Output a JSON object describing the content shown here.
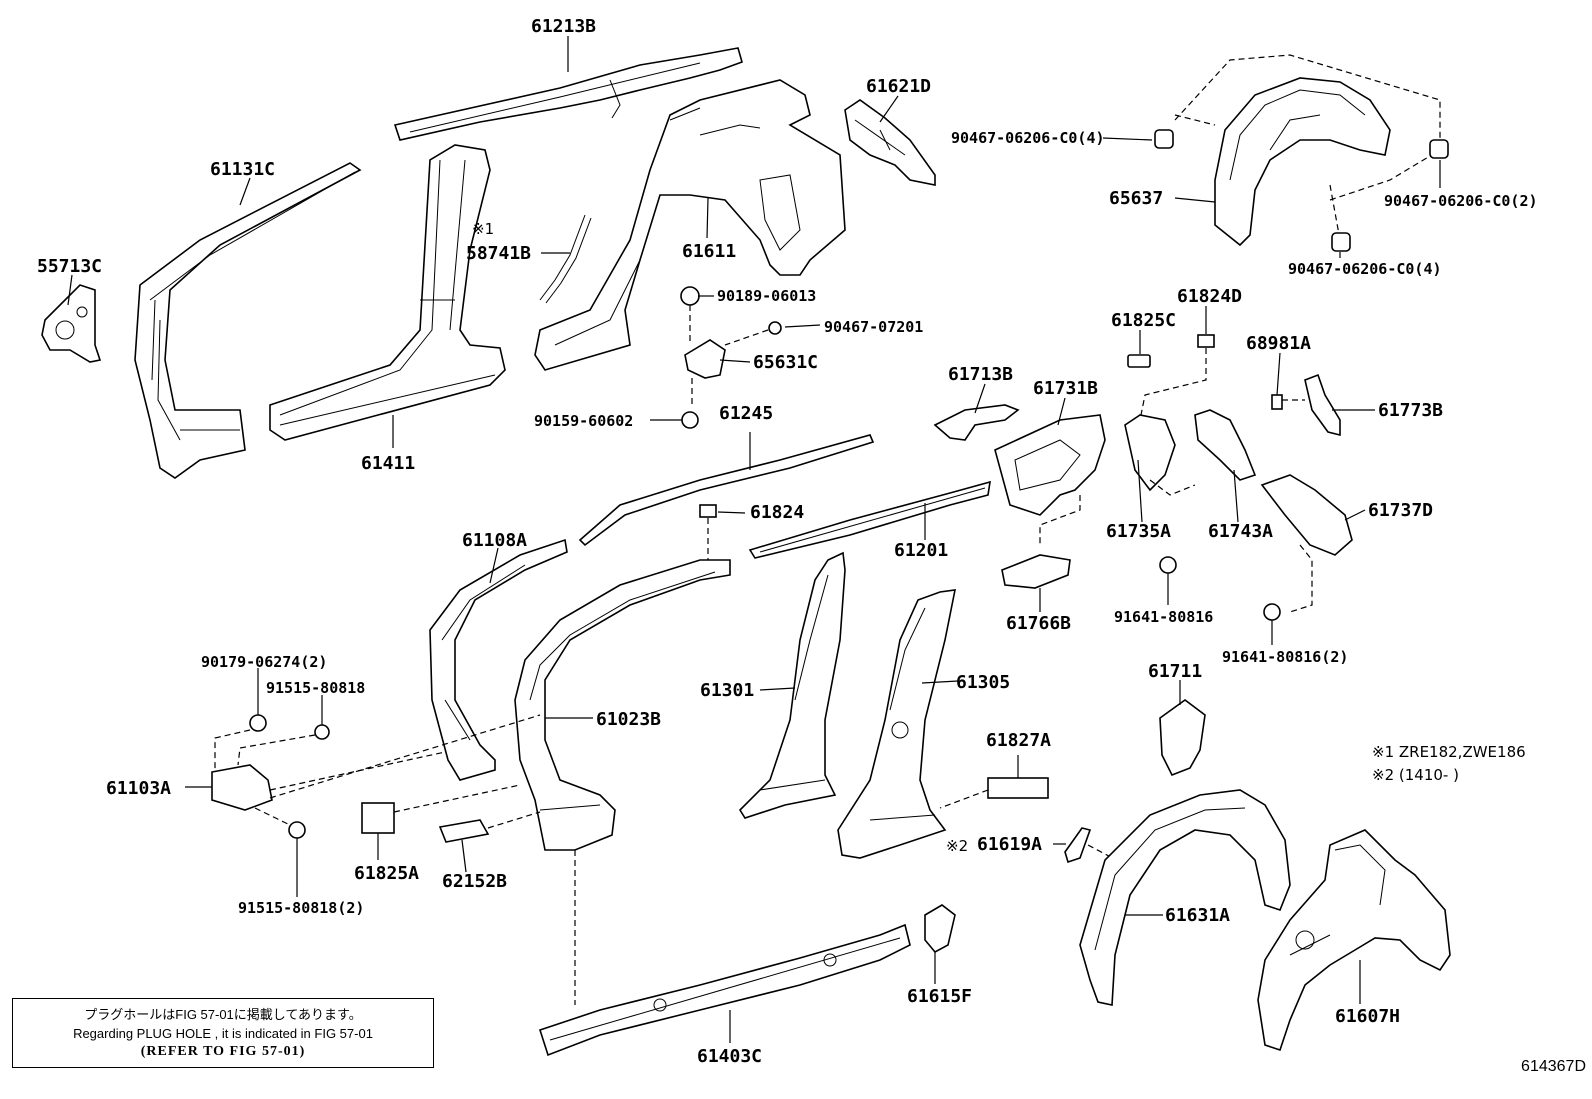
{
  "labels": [
    {
      "id": "61213B",
      "text": "61213B"
    },
    {
      "id": "61621D",
      "text": "61621D"
    },
    {
      "id": "61131C",
      "text": "61131C"
    },
    {
      "id": "55713C",
      "text": "55713C"
    },
    {
      "id": "58741B",
      "text": "58741B"
    },
    {
      "id": "61611",
      "text": "61611"
    },
    {
      "id": "61411",
      "text": "61411"
    },
    {
      "id": "90189-06013",
      "text": "90189-06013"
    },
    {
      "id": "90467-07201",
      "text": "90467-07201"
    },
    {
      "id": "65631C",
      "text": "65631C"
    },
    {
      "id": "90159-60602",
      "text": "90159-60602"
    },
    {
      "id": "61245",
      "text": "61245"
    },
    {
      "id": "90467-06206-C0-4a",
      "text": "90467-06206-C0(4)"
    },
    {
      "id": "65637",
      "text": "65637"
    },
    {
      "id": "90467-06206-C0-2",
      "text": "90467-06206-C0(2)"
    },
    {
      "id": "90467-06206-C0-4b",
      "text": "90467-06206-C0(4)"
    },
    {
      "id": "61824D",
      "text": "61824D"
    },
    {
      "id": "61825C",
      "text": "61825C"
    },
    {
      "id": "68981A",
      "text": "68981A"
    },
    {
      "id": "61713B",
      "text": "61713B"
    },
    {
      "id": "61731B",
      "text": "61731B"
    },
    {
      "id": "61773B",
      "text": "61773B"
    },
    {
      "id": "61824",
      "text": "61824"
    },
    {
      "id": "61201",
      "text": "61201"
    },
    {
      "id": "61735A",
      "text": "61735A"
    },
    {
      "id": "61743A",
      "text": "61743A"
    },
    {
      "id": "61737D",
      "text": "61737D"
    },
    {
      "id": "61108A",
      "text": "61108A"
    },
    {
      "id": "61766B",
      "text": "61766B"
    },
    {
      "id": "91641-80816",
      "text": "91641-80816"
    },
    {
      "id": "91641-80816-2",
      "text": "91641-80816(2)"
    },
    {
      "id": "90179-06274",
      "text": "90179-06274(2)"
    },
    {
      "id": "91515-80818",
      "text": "91515-80818"
    },
    {
      "id": "61301",
      "text": "61301"
    },
    {
      "id": "61305",
      "text": "61305"
    },
    {
      "id": "61711",
      "text": "61711"
    },
    {
      "id": "61023B",
      "text": "61023B"
    },
    {
      "id": "61103A",
      "text": "61103A"
    },
    {
      "id": "61827A",
      "text": "61827A"
    },
    {
      "id": "61619A",
      "text": "61619A"
    },
    {
      "id": "61825A",
      "text": "61825A"
    },
    {
      "id": "62152B",
      "text": "62152B"
    },
    {
      "id": "91515-80818-2",
      "text": "91515-80818(2)"
    },
    {
      "id": "61631A",
      "text": "61631A"
    },
    {
      "id": "61615F",
      "text": "61615F"
    },
    {
      "id": "61607H",
      "text": "61607H"
    },
    {
      "id": "61403C",
      "text": "61403C"
    }
  ],
  "marks": {
    "mark1_symbol": "※1",
    "mark2_symbol": "※2"
  },
  "notes": {
    "note1": "※1 ZRE182,ZWE186",
    "note2": "※2 (1410-        )"
  },
  "reference_box": {
    "line_jp": "プラグホールはFIG 57-01に掲載してあります。",
    "line_en": "Regarding  PLUG  HOLE , it is indicated in FIG 57-01",
    "line_refer": "(REFER TO FIG 57-01)"
  },
  "figure_code": "614367D"
}
